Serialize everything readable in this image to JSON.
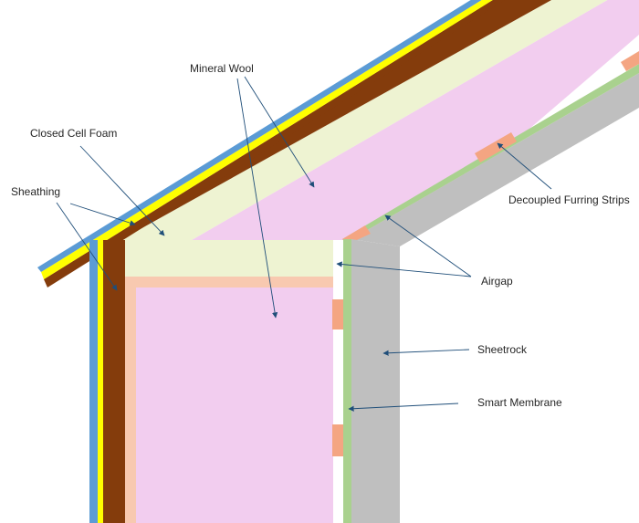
{
  "colors": {
    "background": "#ffffff",
    "siding": "#5b9bd5",
    "wrb": "#ffff00",
    "sheathing": "#843c0c",
    "closed_cell_foam": "#eef3d2",
    "mineral_wool": "#f2cdef",
    "framing": "#f8c9b0",
    "furring_strip": "#f4a582",
    "smart_membrane": "#a9d18e",
    "sheetrock": "#bfbfbf",
    "leader_line": "#1f4e79"
  },
  "labels": {
    "mineral_wool": "Mineral Wool",
    "closed_cell_foam": "Closed Cell Foam",
    "sheathing": "Sheathing",
    "decoupled_furring_strips": "Decoupled Furring Strips",
    "airgap": "Airgap",
    "sheetrock": "Sheetrock",
    "smart_membrane": "Smart Membrane"
  }
}
